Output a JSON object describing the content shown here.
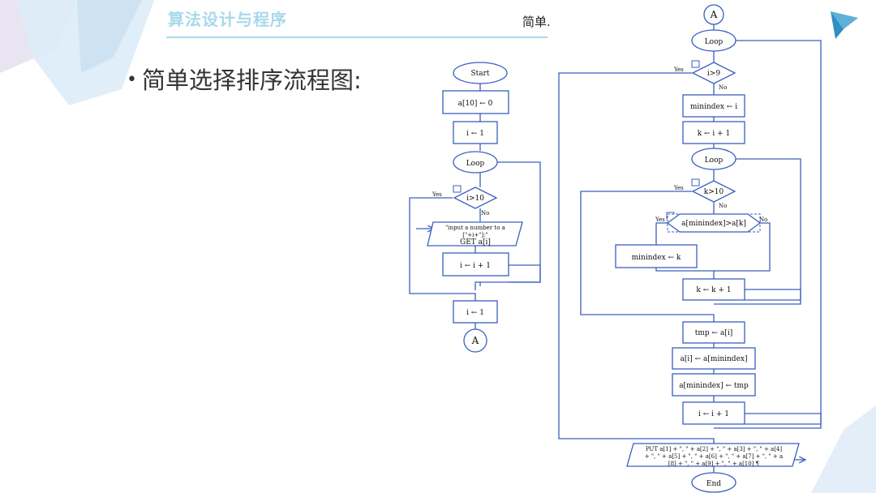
{
  "header": {
    "course_title": "算法设计与程序",
    "right_text": "简单."
  },
  "bullet_text": "简单选择排序流程图:",
  "colors": {
    "accent": "#a9d8ec",
    "flow_stroke": "#3a5fbf"
  },
  "left_chart": {
    "start": "Start",
    "init_array": "a[10] ← 0",
    "init_i": "i ← 1",
    "loop": "Loop",
    "cond": "i>10",
    "yes": "Yes",
    "no": "No",
    "input_line1": "\"input a number to a",
    "input_line2": "[\"+i+\"]:\"",
    "input_line3": "GET a[i]",
    "incr": "i ← i + 1",
    "reset_i": "i ← 1",
    "connector": "A"
  },
  "right_chart": {
    "connector": "A",
    "outer_loop": "Loop",
    "outer_cond": "i>9",
    "outer_yes": "Yes",
    "outer_no": "No",
    "set_minindex": "minindex ← i",
    "set_k": "k ← i + 1",
    "inner_loop": "Loop",
    "inner_cond": "k>10",
    "inner_yes": "Yes",
    "inner_no": "No",
    "compare": "a[minindex]>a[k]",
    "compare_yes": "Yes",
    "compare_no": "No",
    "update_minindex": "minindex ← k",
    "incr_k": "k ← k + 1",
    "swap1": "tmp ← a[i]",
    "swap2": "a[i] ← a[minindex]",
    "swap3": "a[minindex] ← tmp",
    "incr_i": "i ← i + 1",
    "output_line1": "PUT a[1] + \", \" + a[2] + \", \" + a[3] + \", \" + a[4]",
    "output_line2": "+ \", \" + a[5] + \", \" + a[6] + \", \" + a[7] + \", \" + a",
    "output_line3": "[8] + \", \" + a[9] + \", \" + a[10] ¶",
    "end": "End"
  }
}
